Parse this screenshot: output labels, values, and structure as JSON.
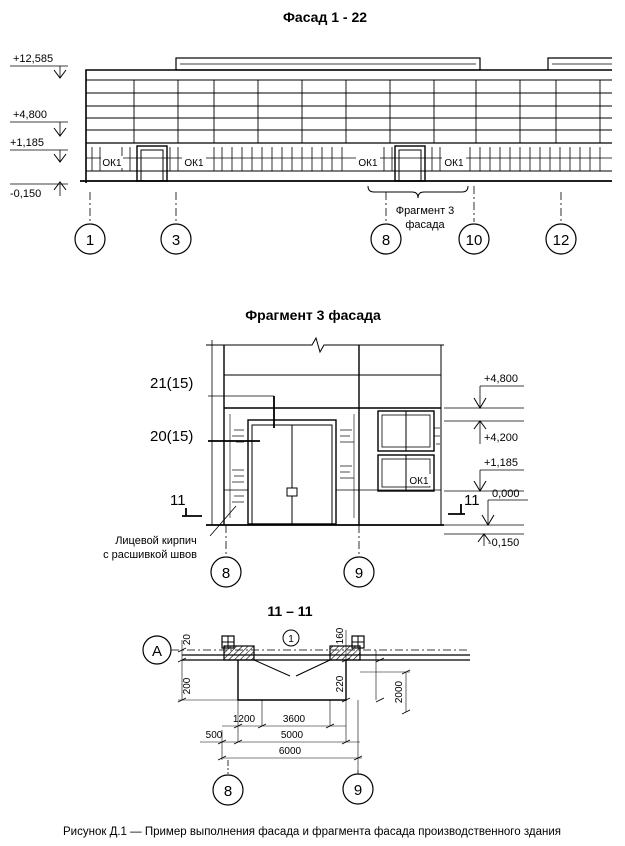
{
  "title_facade": "Фасад 1 - 22",
  "title_fragment": "Фрагмент 3 фасада",
  "title_section": "11 – 11",
  "caption": "Рисунок  Д.1 — Пример выполнения фасада и фрагмента фасада производственного здания",
  "facade": {
    "levels": [
      "+12,585",
      "+4,800",
      "+1,185",
      "-0,150"
    ],
    "window_label": "ОК1",
    "fragment_callout": [
      "Фрагмент 3",
      "фасада"
    ],
    "axes": [
      "1",
      "3",
      "8",
      "10",
      "12"
    ]
  },
  "fragment": {
    "levels": [
      "+4,800",
      "+4,200",
      "+1,185",
      "0,000",
      "-0,150"
    ],
    "marks": [
      "21(15)",
      "20(15)"
    ],
    "section_mark": "11",
    "window_label": "ОК1",
    "note": [
      "Лицевой кирпич",
      "с расшивкой швов"
    ],
    "axes": [
      "8",
      "9"
    ]
  },
  "section": {
    "axis_row": "А",
    "door_mark": "1",
    "dims": [
      "20",
      "200",
      "160",
      "220",
      "2000",
      "1200",
      "3600",
      "500",
      "5000",
      "6000"
    ],
    "axes": [
      "8",
      "9"
    ]
  }
}
